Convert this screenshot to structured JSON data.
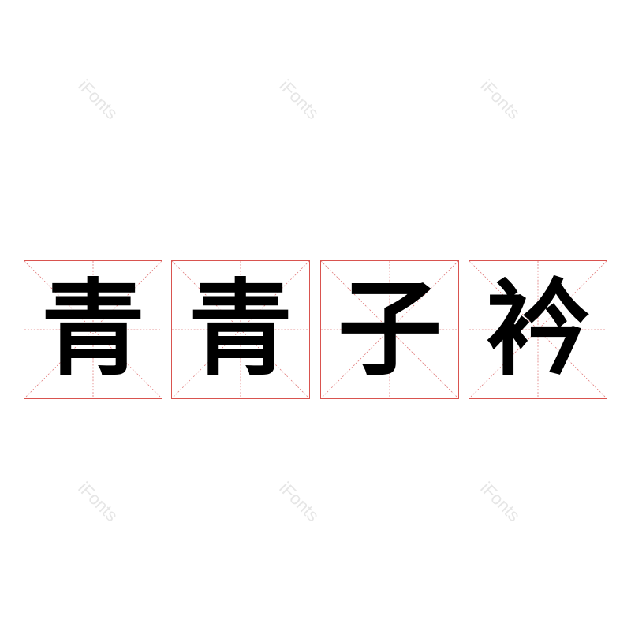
{
  "watermark": {
    "text": "iFonts",
    "color": "#e6e6e6"
  },
  "grid_color": "#d9534f",
  "characters": [
    {
      "char": "青"
    },
    {
      "char": "青"
    },
    {
      "char": "子"
    },
    {
      "char": "衿"
    }
  ]
}
